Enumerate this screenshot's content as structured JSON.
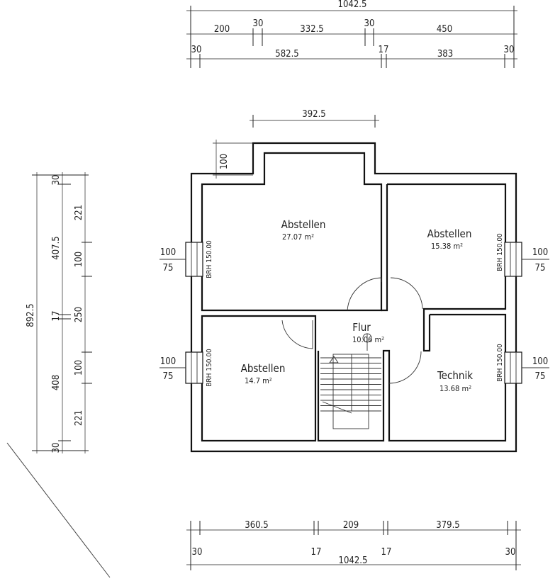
{
  "top_dimensions": {
    "overall": "1042.5",
    "row1": [
      "200",
      "30",
      "332.5",
      "30",
      "450"
    ],
    "row2": [
      "30",
      "582.5",
      "17",
      "383",
      "30"
    ]
  },
  "bump_dimension": "392.5",
  "bump_depth": "100",
  "left_dimensions": {
    "overall": "892.5",
    "col1": [
      "30",
      "407.5",
      "17",
      "408",
      "30"
    ],
    "col2": [
      "221",
      "100",
      "250",
      "100",
      "221"
    ]
  },
  "bottom_dimensions": {
    "row1": [
      "360.5",
      "209",
      "379.5"
    ],
    "row2": [
      "30",
      "17",
      "17",
      "30"
    ],
    "overall": "1042.5"
  },
  "windows": {
    "width": "100",
    "height": "75",
    "brh": "BRH 150.00"
  },
  "rooms": [
    {
      "name": "Abstellen",
      "area": "27.07 m²"
    },
    {
      "name": "Abstellen",
      "area": "15.38 m²"
    },
    {
      "name": "Abstellen",
      "area": "14.7 m²"
    },
    {
      "name": "Flur",
      "area": "10.06 m²"
    },
    {
      "name": "Technik",
      "area": "13.68 m²"
    }
  ]
}
